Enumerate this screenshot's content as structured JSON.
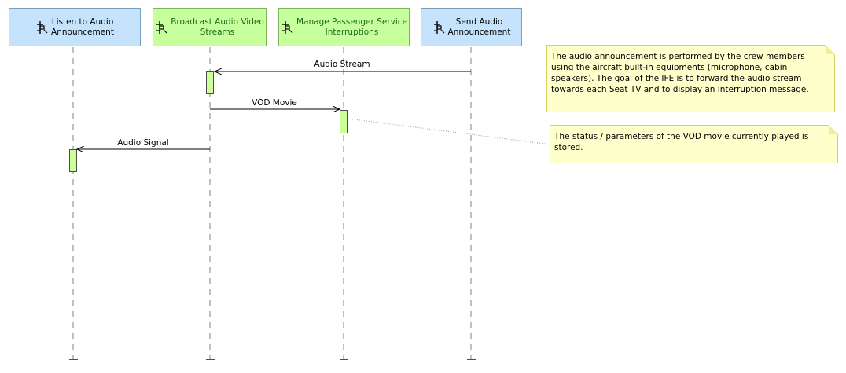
{
  "actors": [
    {
      "id": "listen",
      "label": "Listen to Audio\nAnnouncement",
      "type": "actor",
      "icon": "actor-plug-icon"
    },
    {
      "id": "broadcast",
      "label": "Broadcast Audio Video\nStreams",
      "type": "function",
      "icon": "function-plug-icon"
    },
    {
      "id": "manage",
      "label": "Manage Passenger Service\nInterruptions",
      "type": "function",
      "icon": "function-plug-icon"
    },
    {
      "id": "send",
      "label": "Send Audio\nAnnouncement",
      "type": "actor",
      "icon": "actor-plug-icon"
    }
  ],
  "messages": [
    {
      "label": "Audio Stream",
      "from": "send",
      "to": "broadcast"
    },
    {
      "label": "VOD Movie",
      "from": "broadcast",
      "to": "manage"
    },
    {
      "label": "Audio Signal",
      "from": "broadcast",
      "to": "listen"
    }
  ],
  "notes": [
    {
      "text": "The audio announcement is performed by the crew members using the aircraft built-in equipments (microphone, cabin speakers). The goal of the IFE is to forward the audio stream towards each Seat TV and to display an interruption message."
    },
    {
      "text": "The status / parameters of the VOD movie currently played is stored."
    }
  ],
  "colors": {
    "actor_fill": "#c5e3fd",
    "function_fill": "#c6ff9c",
    "function_text": "#1b6d1b",
    "activation_fill": "#ccff99",
    "note_fill": "#ffffcc"
  }
}
